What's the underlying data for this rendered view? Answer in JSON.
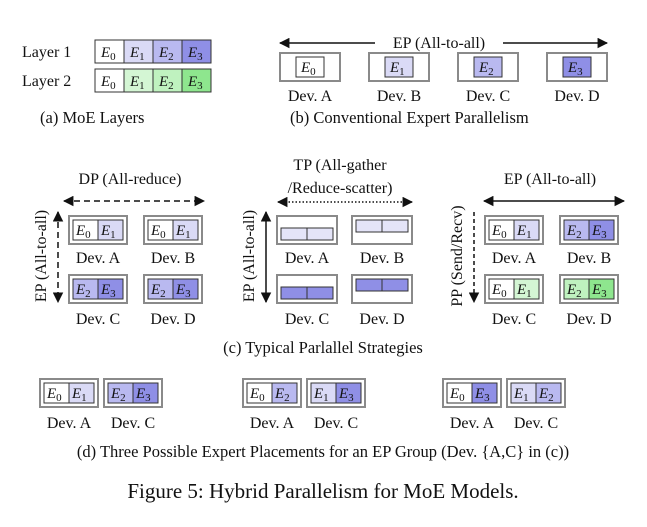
{
  "colors": {
    "layer1_expert": "#c9c9f2",
    "layer1_expert_dark": "#8f8fe6",
    "layer2_expert": "#bff2bf",
    "layer2_expert_dark": "#8ee68e",
    "tp_light": "#e4e4f8",
    "tp_dark": "#8f8fe6",
    "device_border": "#8a8a8a",
    "text": "#111111"
  },
  "panel_a": {
    "caption": "(a) MoE Layers",
    "layers": [
      {
        "label": "Layer 1",
        "experts": [
          "E",
          "E",
          "E",
          "E"
        ],
        "subs": [
          "0",
          "1",
          "2",
          "3"
        ]
      },
      {
        "label": "Layer 2",
        "experts": [
          "E",
          "E",
          "E",
          "E"
        ],
        "subs": [
          "0",
          "1",
          "2",
          "3"
        ]
      }
    ]
  },
  "panel_b": {
    "arrow_label": "EP (All-to-all)",
    "devices": [
      {
        "label": "Dev. A",
        "expert": "E",
        "sub": "0"
      },
      {
        "label": "Dev. B",
        "expert": "E",
        "sub": "1"
      },
      {
        "label": "Dev. C",
        "expert": "E",
        "sub": "2"
      },
      {
        "label": "Dev. D",
        "expert": "E",
        "sub": "3"
      }
    ],
    "caption": "(b) Conventional Expert Parallelism"
  },
  "panel_c": {
    "caption": "(c) Typical Parlallel Strategies",
    "left": {
      "top_label": "DP (All-reduce)",
      "side_label": "EP (All-to-all)",
      "devices": [
        {
          "label": "Dev. A",
          "subs": [
            "0",
            "1"
          ]
        },
        {
          "label": "Dev. B",
          "subs": [
            "0",
            "1"
          ]
        },
        {
          "label": "Dev. C",
          "subs": [
            "2",
            "3"
          ]
        },
        {
          "label": "Dev. D",
          "subs": [
            "2",
            "3"
          ]
        }
      ]
    },
    "middle": {
      "top_label_line1": "TP (All-gather",
      "top_label_line2": "/Reduce-scatter)",
      "side_label": "EP (All-to-all)",
      "devices": [
        "Dev. A",
        "Dev. B",
        "Dev. C",
        "Dev. D"
      ]
    },
    "right": {
      "top_label": "EP (All-to-all)",
      "side_label": "PP (Send/Recv)",
      "devices": [
        {
          "label": "Dev. A",
          "subs": [
            "0",
            "1"
          ]
        },
        {
          "label": "Dev. B",
          "subs": [
            "2",
            "3"
          ]
        },
        {
          "label": "Dev. C",
          "subs": [
            "0",
            "1"
          ]
        },
        {
          "label": "Dev. D",
          "subs": [
            "2",
            "3"
          ]
        }
      ]
    },
    "expert_letter": "E"
  },
  "panel_d": {
    "caption": "(d) Three Possible Expert Placements for an EP Group (Dev. {A,C} in (c))",
    "placements": [
      {
        "dev_a_label": "Dev. A",
        "dev_c_label": "Dev. C",
        "a": [
          "0",
          "1"
        ],
        "c": [
          "2",
          "3"
        ]
      },
      {
        "dev_a_label": "Dev. A",
        "dev_c_label": "Dev. C",
        "a": [
          "0",
          "2"
        ],
        "c": [
          "1",
          "3"
        ]
      },
      {
        "dev_a_label": "Dev. A",
        "dev_c_label": "Dev. C",
        "a": [
          "0",
          "3"
        ],
        "c": [
          "1",
          "2"
        ]
      }
    ],
    "expert_letter": "E"
  },
  "figure_caption": "Figure 5: Hybrid Parallelism for MoE Models."
}
